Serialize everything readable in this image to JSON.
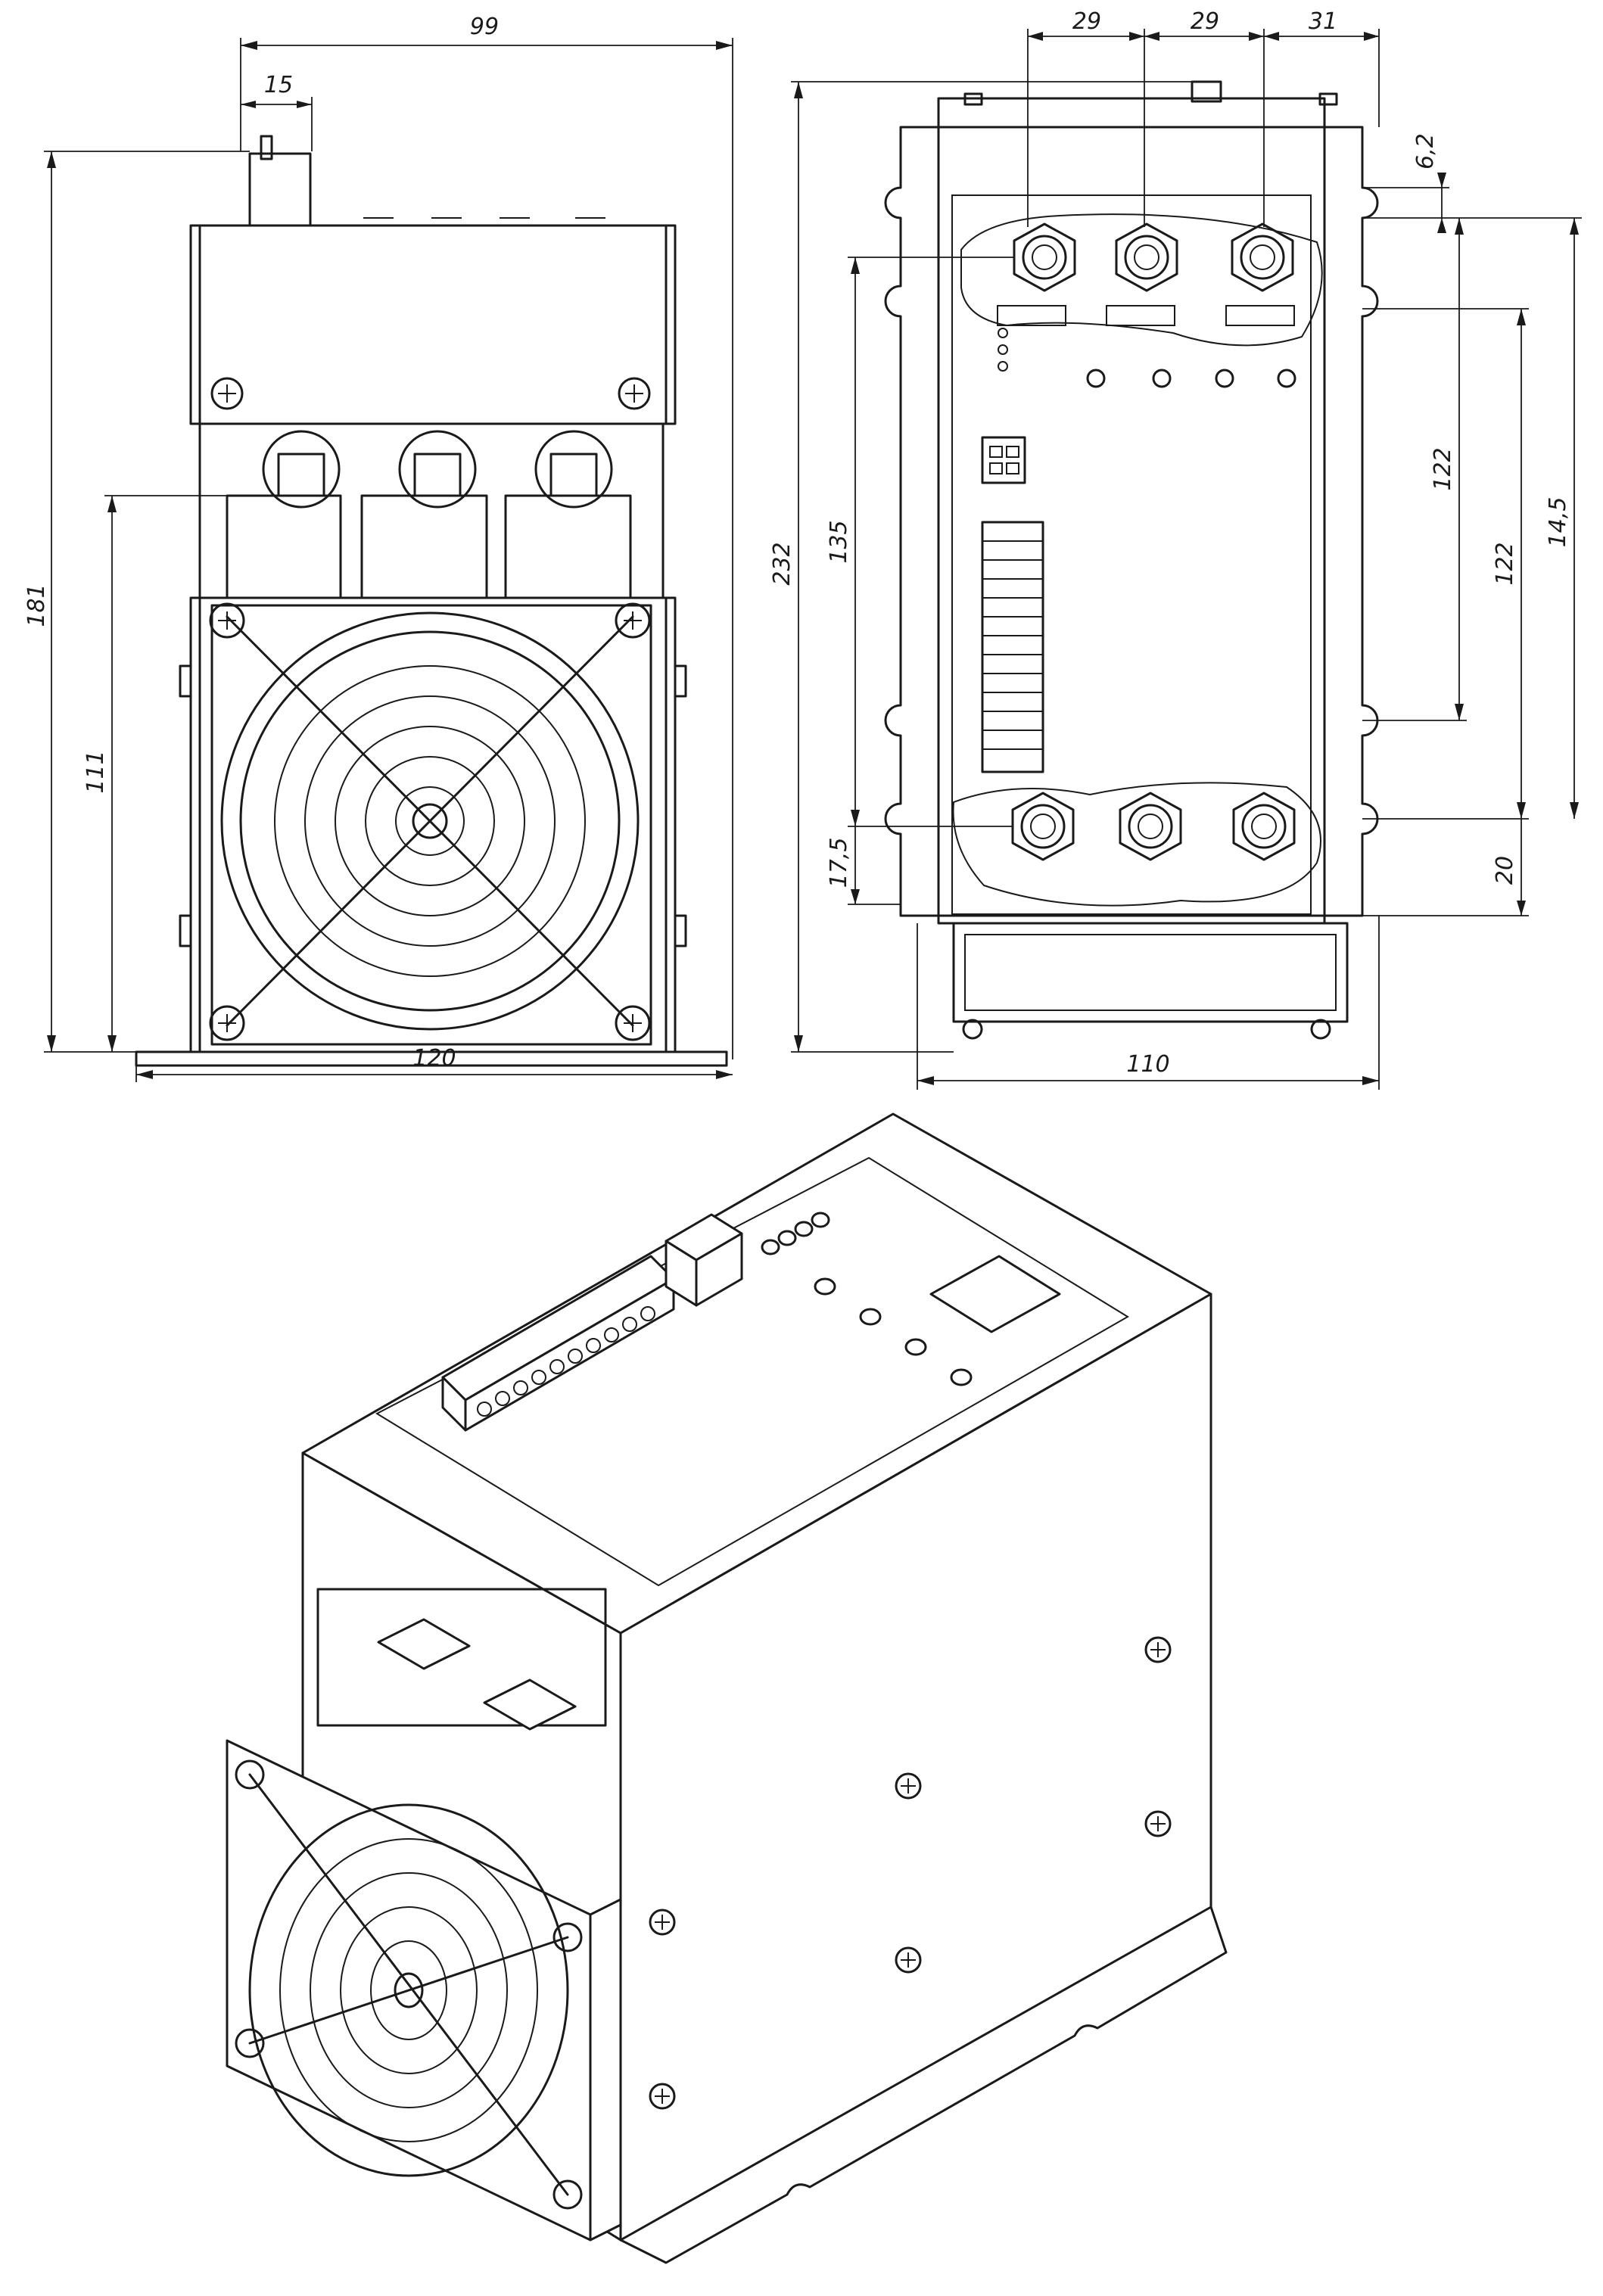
{
  "drawing": {
    "front_view": {
      "dimensions": {
        "overall_depth": "99",
        "terminal_offset": "15",
        "overall_height": "181",
        "fan_height": "111",
        "base_width": "120"
      }
    },
    "top_view": {
      "dimensions": {
        "pitch_1": "29",
        "pitch_2": "29",
        "edge_offset": "31",
        "overall_length": "232",
        "terminal_spacing": "135",
        "bottom_offset": "17,5",
        "slot_offset": "6,2",
        "mount_spacing_a": "122",
        "mount_spacing_b": "122",
        "total_span": "14,5",
        "lower_offset": "20",
        "overall_width": "110"
      }
    },
    "isometric_view": {
      "parts": [
        "enclosure",
        "fan-guard",
        "terminal-block",
        "display",
        "led-indicators",
        "mounting-base"
      ]
    }
  }
}
